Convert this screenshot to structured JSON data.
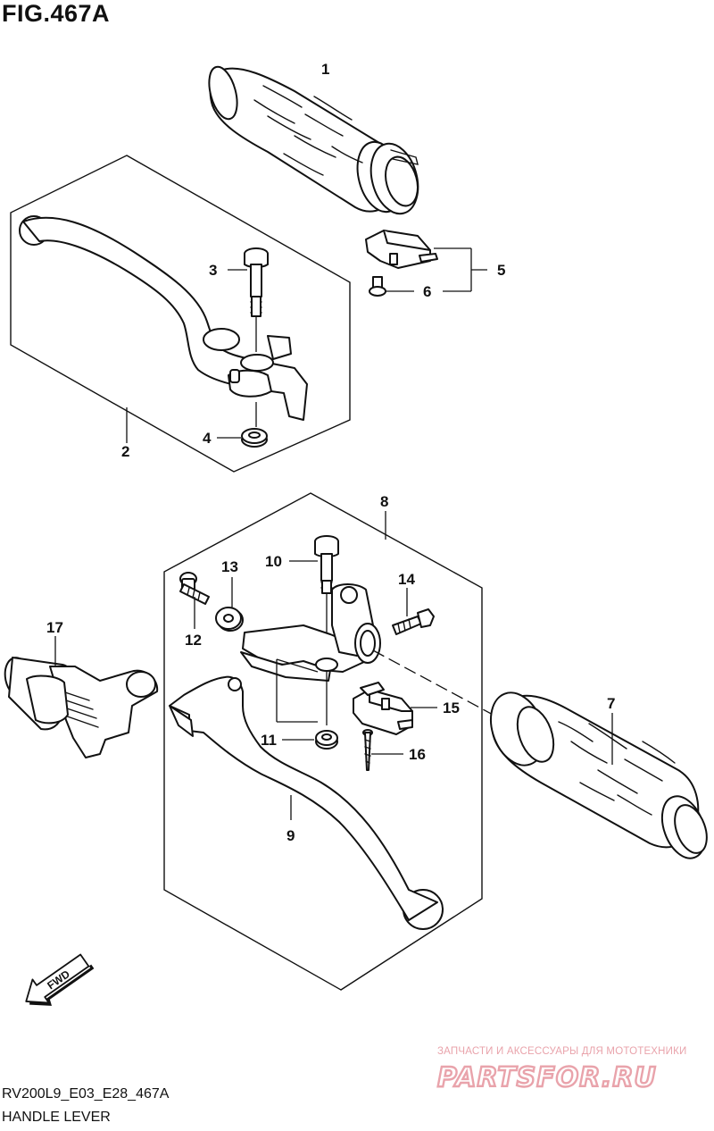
{
  "figure": {
    "title": "FIG.467A",
    "code": "RV200L9_E03_E28_467A",
    "name": "HANDLE LEVER"
  },
  "callouts": [
    "1",
    "2",
    "3",
    "4",
    "5",
    "6",
    "7",
    "8",
    "9",
    "10",
    "11",
    "12",
    "13",
    "14",
    "15",
    "16",
    "17"
  ],
  "fwd_label": "FWD",
  "watermark": {
    "tagline": "ЗАПЧАСТИ И АКСЕССУАРЫ ДЛЯ МОТОТЕХНИКИ",
    "logo": "PARTSFOR.RU",
    "color": "#e9a3ab"
  },
  "colors": {
    "line": "#111111",
    "background": "#ffffff"
  }
}
